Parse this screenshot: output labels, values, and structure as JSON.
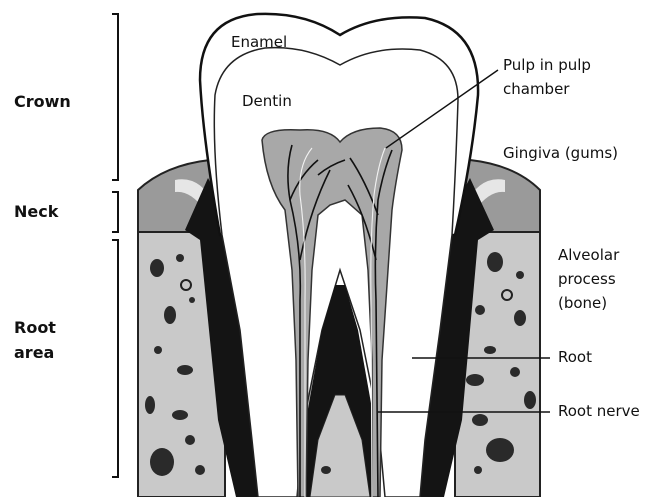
{
  "diagram": {
    "regions": {
      "crown": "Crown",
      "neck": "Neck",
      "root_area_line1": "Root",
      "root_area_line2": "area"
    },
    "parts": {
      "enamel": "Enamel",
      "dentin": "Dentin",
      "pulp_line1": "Pulp in pulp",
      "pulp_line2": "chamber",
      "gingiva": "Gingiva (gums)",
      "alveolar_line1": "Alveolar",
      "alveolar_line2": "process",
      "alveolar_line3": "(bone)",
      "root": "Root",
      "root_nerve": "Root nerve"
    },
    "colors": {
      "bone": "#c9c9c9",
      "gum": "#9a9a9a",
      "dark": "#141414",
      "pulp": "#a8a8a8",
      "enamel": "#ffffff"
    }
  }
}
